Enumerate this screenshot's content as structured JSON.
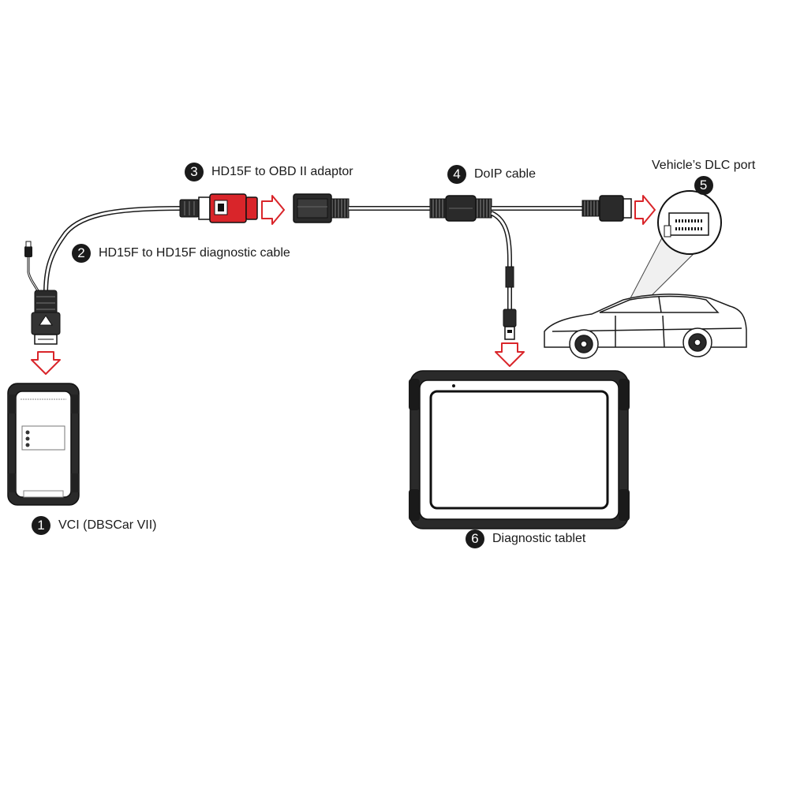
{
  "components": [
    {
      "number": "1",
      "label": "VCI (DBSCar VII)"
    },
    {
      "number": "2",
      "label": "HD15F to HD15F diagnostic cable"
    },
    {
      "number": "3",
      "label": "HD15F to OBD II adaptor"
    },
    {
      "number": "4",
      "label": "DoIP cable"
    },
    {
      "number": "5",
      "label": "Vehicle’s DLC port"
    },
    {
      "number": "6",
      "label": "Diagnostic tablet"
    }
  ],
  "colors": {
    "line": "#1a1a1a",
    "accent": "#d9252a",
    "arrow_fill": "#ffffff"
  },
  "icons": [
    "arrow-right-icon",
    "arrow-down-icon"
  ]
}
